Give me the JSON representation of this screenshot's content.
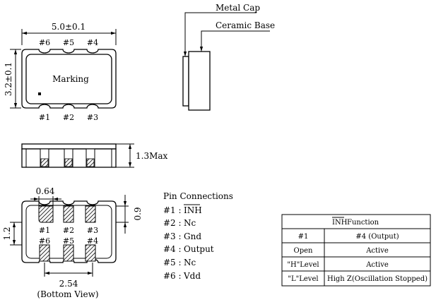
{
  "top_view": {
    "width_dim": "5.0±0.1",
    "height_dim": "3.2±0.1",
    "marking": "Marking",
    "top_pins": [
      "#6",
      "#5",
      "#4"
    ],
    "bottom_pins": [
      "#1",
      "#2",
      "#3"
    ]
  },
  "side_view": {
    "metal_cap": "Metal Cap",
    "ceramic_base": "Ceramic Base"
  },
  "front_view": {
    "height_dim": "1.3Max"
  },
  "bottom_view": {
    "pad_width": "0.64",
    "pad_height": "0.9",
    "row_pitch": "1.2",
    "col_pitch": "2.54",
    "caption": "(Bottom View)",
    "upper_pins": [
      "#1",
      "#2",
      "#3"
    ],
    "lower_pins": [
      "#6",
      "#5",
      "#4"
    ]
  },
  "pin_connections": {
    "title": "Pin Connections",
    "items": [
      {
        "pin": "#1 :",
        "name": "INH",
        "overline": true
      },
      {
        "pin": "#2 :",
        "name": "Nc",
        "overline": false
      },
      {
        "pin": "#3 :",
        "name": "Gnd",
        "overline": false
      },
      {
        "pin": "#4 :",
        "name": "Output",
        "overline": false
      },
      {
        "pin": "#5 :",
        "name": "Nc",
        "overline": false
      },
      {
        "pin": "#6 :",
        "name": "Vdd",
        "overline": false
      }
    ]
  },
  "inh_table": {
    "title_inh": "INH",
    "title_rest": "Function",
    "header": [
      "#1",
      "#4  (Output)"
    ],
    "rows": [
      [
        "Open",
        "Active"
      ],
      [
        "\"H\"Level",
        "Active"
      ],
      [
        "\"L\"Level",
        "High Z(Oscillation Stopped)"
      ]
    ]
  }
}
